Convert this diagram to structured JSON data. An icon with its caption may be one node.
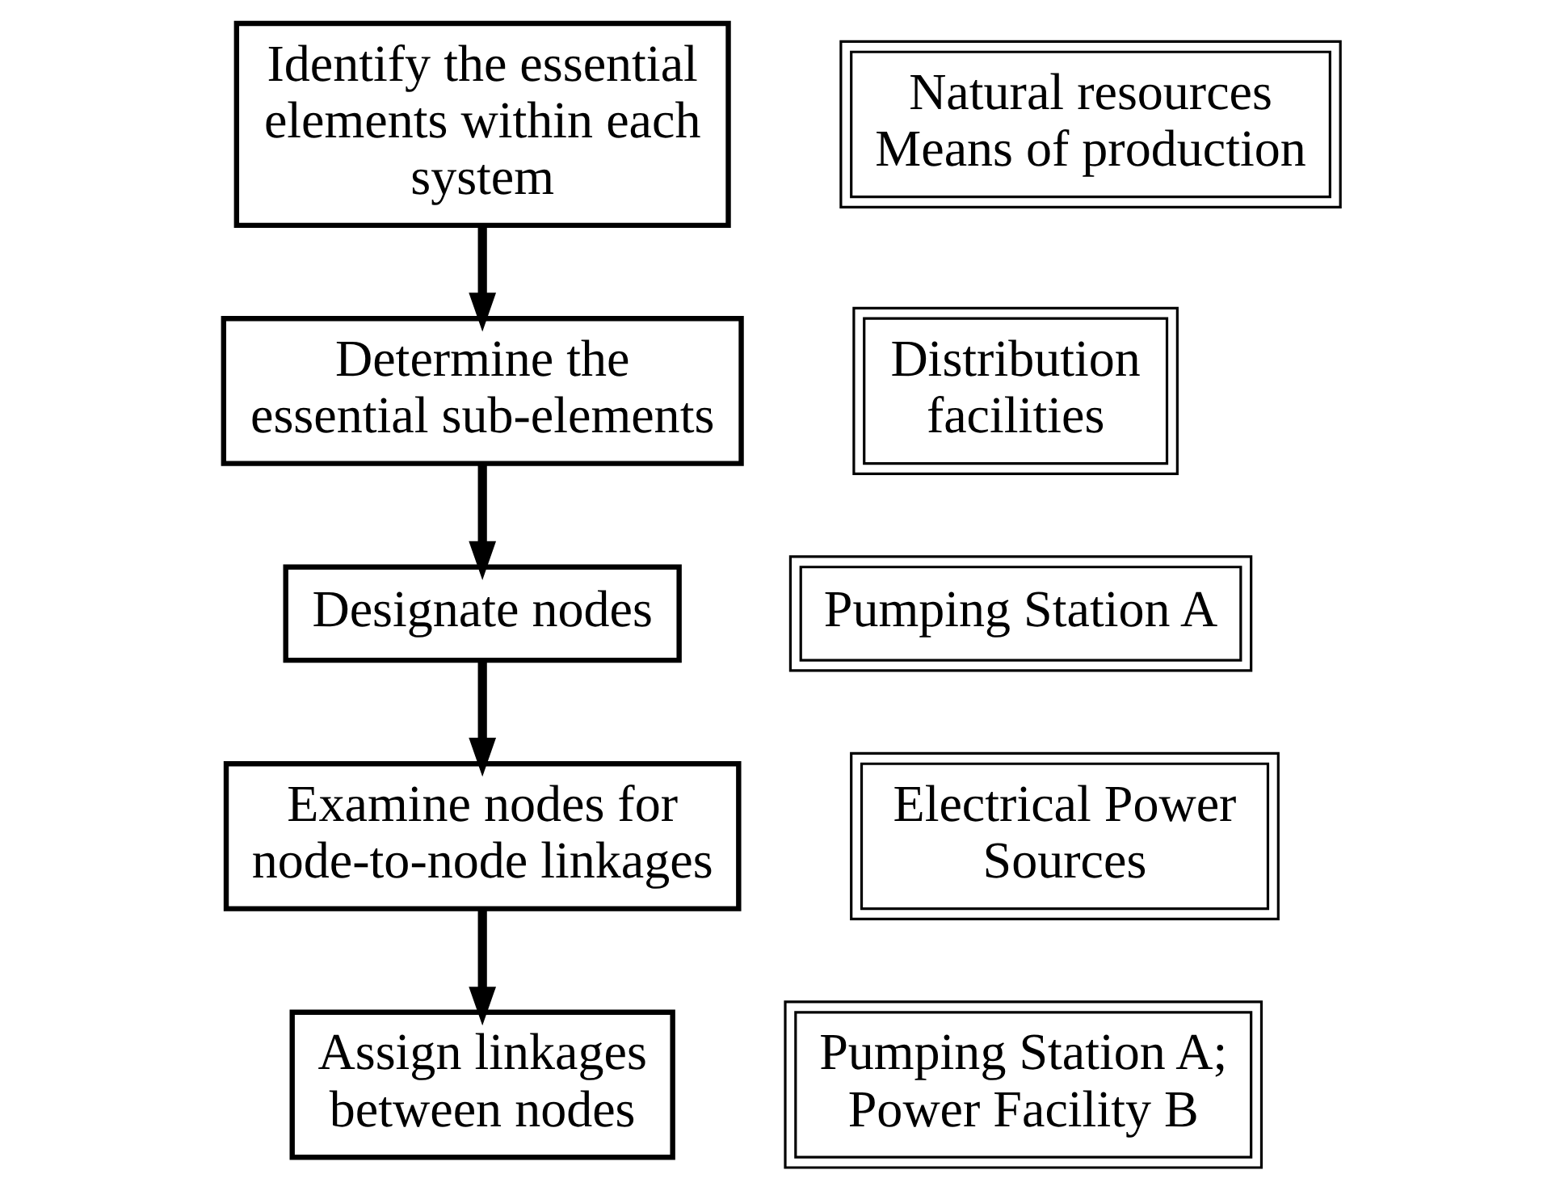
{
  "diagram": {
    "nodes": [
      {
        "text": [
          "Identify the essential elements within each system"
        ]
      },
      {
        "text": [
          "Natural resources Means of production"
        ]
      },
      {
        "text": [
          "Determine the essential sub-elements"
        ]
      },
      {
        "text": [
          "Distribution facilities"
        ]
      },
      {
        "text": [
          "Pumping Station A"
        ]
      },
      {
        "text": [
          "Designate nodes"
        ]
      },
      {
        "text": [
          "Electrical Power Sources"
        ]
      },
      {
        "text": [
          "Examine nodes for node-to-node linkages"
        ]
      },
      {
        "text": [
          "Pumping Station A; Power Facility B"
        ]
      },
      {
        "text": [
          "Assign linkages between nodes"
        ]
      }
    ],
    "edges": [
      {
        "from": 0,
        "to": 2,
        "arrow": "to"
      },
      {
        "from": 2,
        "to": 5,
        "arrow": "to"
      },
      {
        "from": 5,
        "to": 7,
        "arrow": "to"
      },
      {
        "from": 7,
        "to": 9,
        "arrow": "to"
      }
    ]
  }
}
